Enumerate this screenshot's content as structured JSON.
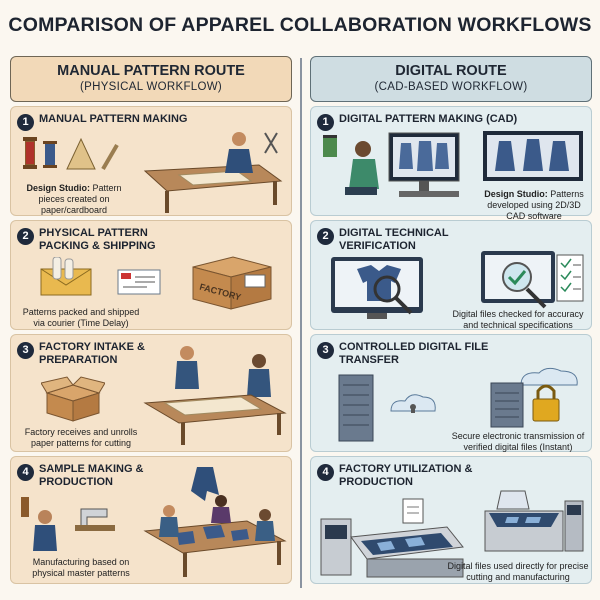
{
  "title": "COMPARISON OF APPAREL COLLABORATION WORKFLOWS",
  "manual": {
    "title": "MANUAL PATTERN ROUTE",
    "subtitle": "(PHYSICAL WORKFLOW)",
    "steps": [
      {
        "num": "1",
        "title": "MANUAL PATTERN MAKING",
        "caption_bold": "Design Studio:",
        "caption": " Pattern pieces created on paper/cardboard"
      },
      {
        "num": "2",
        "title": "PHYSICAL PATTERN PACKING & SHIPPING",
        "caption": "Patterns packed and shipped via courier (Time Delay)",
        "box_label": "FACTORY"
      },
      {
        "num": "3",
        "title": "FACTORY INTAKE & PREPARATION",
        "caption": "Factory receives and unrolls paper patterns for cutting"
      },
      {
        "num": "4",
        "title": "SAMPLE MAKING & PRODUCTION",
        "caption": "Manufacturing based on physical master patterns"
      }
    ]
  },
  "digital": {
    "title": "DIGITAL ROUTE",
    "subtitle": "(CAD-BASED WORKFLOW)",
    "steps": [
      {
        "num": "1",
        "title": "DIGITAL PATTERN MAKING (CAD)",
        "caption_bold": "Design Studio:",
        "caption": " Patterns developed using 2D/3D CAD software"
      },
      {
        "num": "2",
        "title": "DIGITAL TECHNICAL VERIFICATION",
        "caption": "Digital files checked for accuracy and technical specifications"
      },
      {
        "num": "3",
        "title": "CONTROLLED DIGITAL FILE TRANSFER",
        "caption": "Secure electronic transmission of verified digital files (Instant)"
      },
      {
        "num": "4",
        "title": "FACTORY UTILIZATION & PRODUCTION",
        "caption": "Digital files used directly for precise cutting and manufacturing"
      }
    ]
  }
}
